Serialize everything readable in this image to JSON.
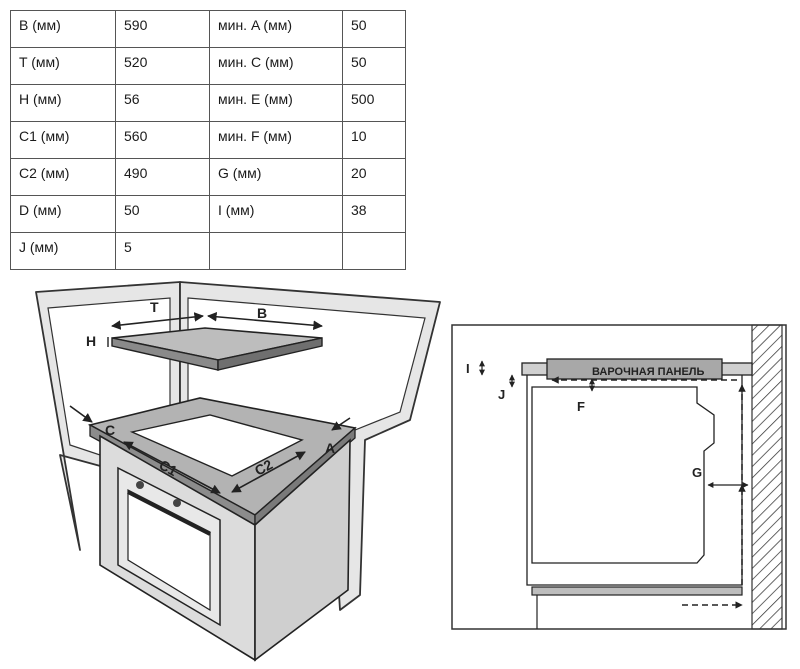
{
  "table": {
    "rows": [
      {
        "label": "B (мм)",
        "value": "590",
        "label2": "мин. A (мм)",
        "value2": "50"
      },
      {
        "label": "T (мм)",
        "value": "520",
        "label2": "мин. C (мм)",
        "value2": "50"
      },
      {
        "label": "H (мм)",
        "value": "56",
        "label2": "мин. E (мм)",
        "value2": "500"
      },
      {
        "label": "C1 (мм)",
        "value": "560",
        "label2": "мин. F (мм)",
        "value2": "10"
      },
      {
        "label": "C2 (мм)",
        "value": "490",
        "label2": "G (мм)",
        "value2": "20"
      },
      {
        "label": "D (мм)",
        "value": "50",
        "label2": "I (мм)",
        "value2": "38"
      },
      {
        "label": "J (мм)",
        "value": "5",
        "label2": "",
        "value2": ""
      }
    ]
  },
  "corner_diagram": {
    "labels": {
      "T": "T",
      "B": "B",
      "H": "H",
      "C": "C",
      "A": "A",
      "C1": "C1",
      "C2": "C2"
    }
  },
  "section_diagram": {
    "panel_label": "ВАРОЧНАЯ ПАНЕЛЬ",
    "labels": {
      "I": "I",
      "J": "J",
      "F": "F",
      "G": "G"
    }
  }
}
